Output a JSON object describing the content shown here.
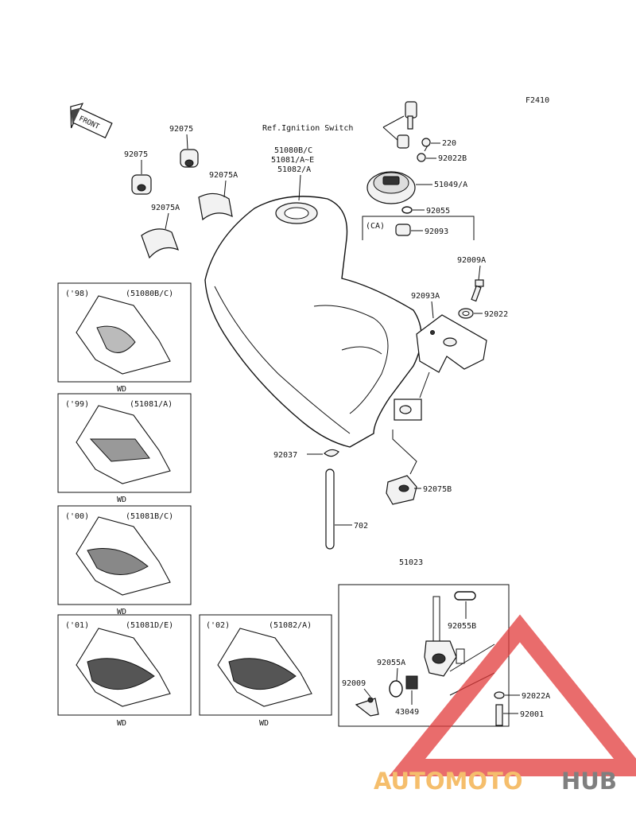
{
  "figure_code": "F2410",
  "front_arrow_label": "FRONT",
  "assembly_label": "51023",
  "labels": {
    "ref_ignition": "Ref.Ignition Switch",
    "p92075_a": "92075",
    "p92075_b": "92075",
    "p92075A_a": "92075A",
    "p92075A_b": "92075A",
    "tank_l1": "51080B/C",
    "tank_l2": "51081/A~E",
    "tank_l3": "51082/A",
    "p220": "220",
    "p92022B": "92022B",
    "p51049A": "51049/A",
    "p92055": "92055",
    "ca": "(CA)",
    "p92093": "92093",
    "p92009A": "92009A",
    "p92093A": "92093A",
    "p92022": "92022",
    "p92037": "92037",
    "p92075B": "92075B",
    "p702": "702",
    "p92055B": "92055B",
    "p92055A": "92055A",
    "p92009": "92009",
    "p43049": "43049",
    "p92022A": "92022A",
    "p92001": "92001"
  },
  "variants": [
    {
      "year": "('98)",
      "code": "(51080B/C)",
      "tag": "WD"
    },
    {
      "year": "('99)",
      "code": "(51081/A)",
      "tag": "WD"
    },
    {
      "year": "('00)",
      "code": "(51081B/C)",
      "tag": "WD"
    },
    {
      "year": "('01)",
      "code": "(51081D/E)",
      "tag": "WD"
    },
    {
      "year": "('02)",
      "code": "(51082/A)",
      "tag": "WD"
    }
  ],
  "watermark": {
    "part1": "AUTOMOTO",
    "part2": "HUB",
    "color1": "#f2a93b",
    "color2": "#555555",
    "triangle_color": "#e23b3b"
  }
}
